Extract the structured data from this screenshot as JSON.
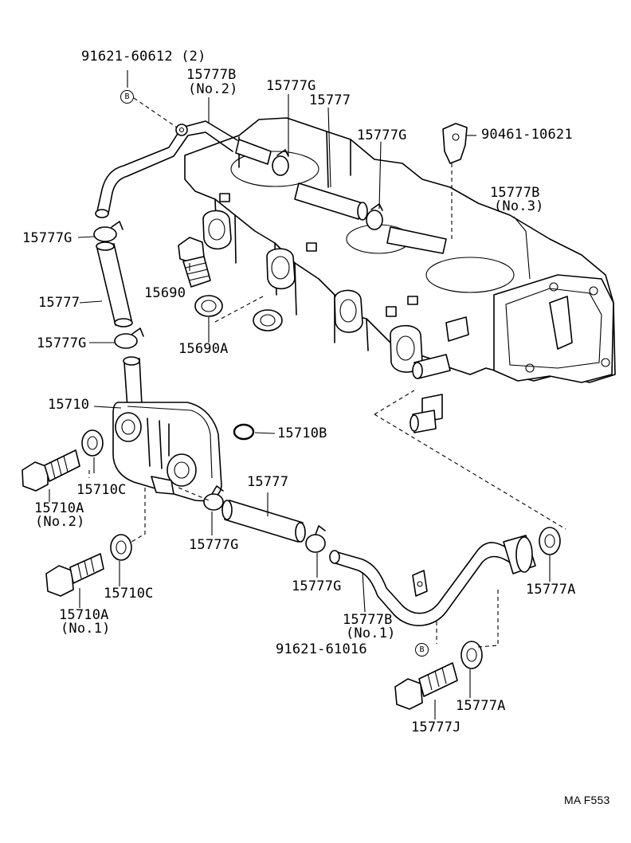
{
  "labels": {
    "bolt_91621_60612": "91621-60612 (2)",
    "hose_15777B_no2": "15777B",
    "hose_15777B_no2_sub": "(No.2)",
    "clamp_15777G_top": "15777G",
    "hose_15777_top": "15777",
    "clamp_15777G_top_right": "15777G",
    "bolt_90461_10621": "90461-10621",
    "hose_15777B_no3": "15777B",
    "hose_15777B_no3_sub": "(No.3)",
    "clamp_15777G_left": "15777G",
    "plug_15690": "15690",
    "hose_15777_left": "15777",
    "gasket_15690A": "15690A",
    "clamp_15777G_left_lower": "15777G",
    "cooler_15710": "15710",
    "oring_15710B": "15710B",
    "washer_15710C_upper": "15710C",
    "bolt_15710A_no2": "15710A",
    "bolt_15710A_no2_sub": "(No.2)",
    "hose_15777_bottom": "15777",
    "clamp_15777G_bottom_left": "15777G",
    "clamp_15777G_bottom_mid": "15777G",
    "washer_15777A_upper": "15777A",
    "bolt_15710A_no1": "15710A",
    "bolt_15710A_no1_sub": "(No.1)",
    "washer_15710C_lower": "15710C",
    "hose_15777B_no1": "15777B",
    "hose_15777B_no1_sub": "(No.1)",
    "bolt_91621_61016": "91621-61016",
    "washer_15777A_lower": "15777A",
    "bolt_15777J": "15777J",
    "code": "MA F553"
  },
  "marks": {
    "b_symbol": "B"
  }
}
